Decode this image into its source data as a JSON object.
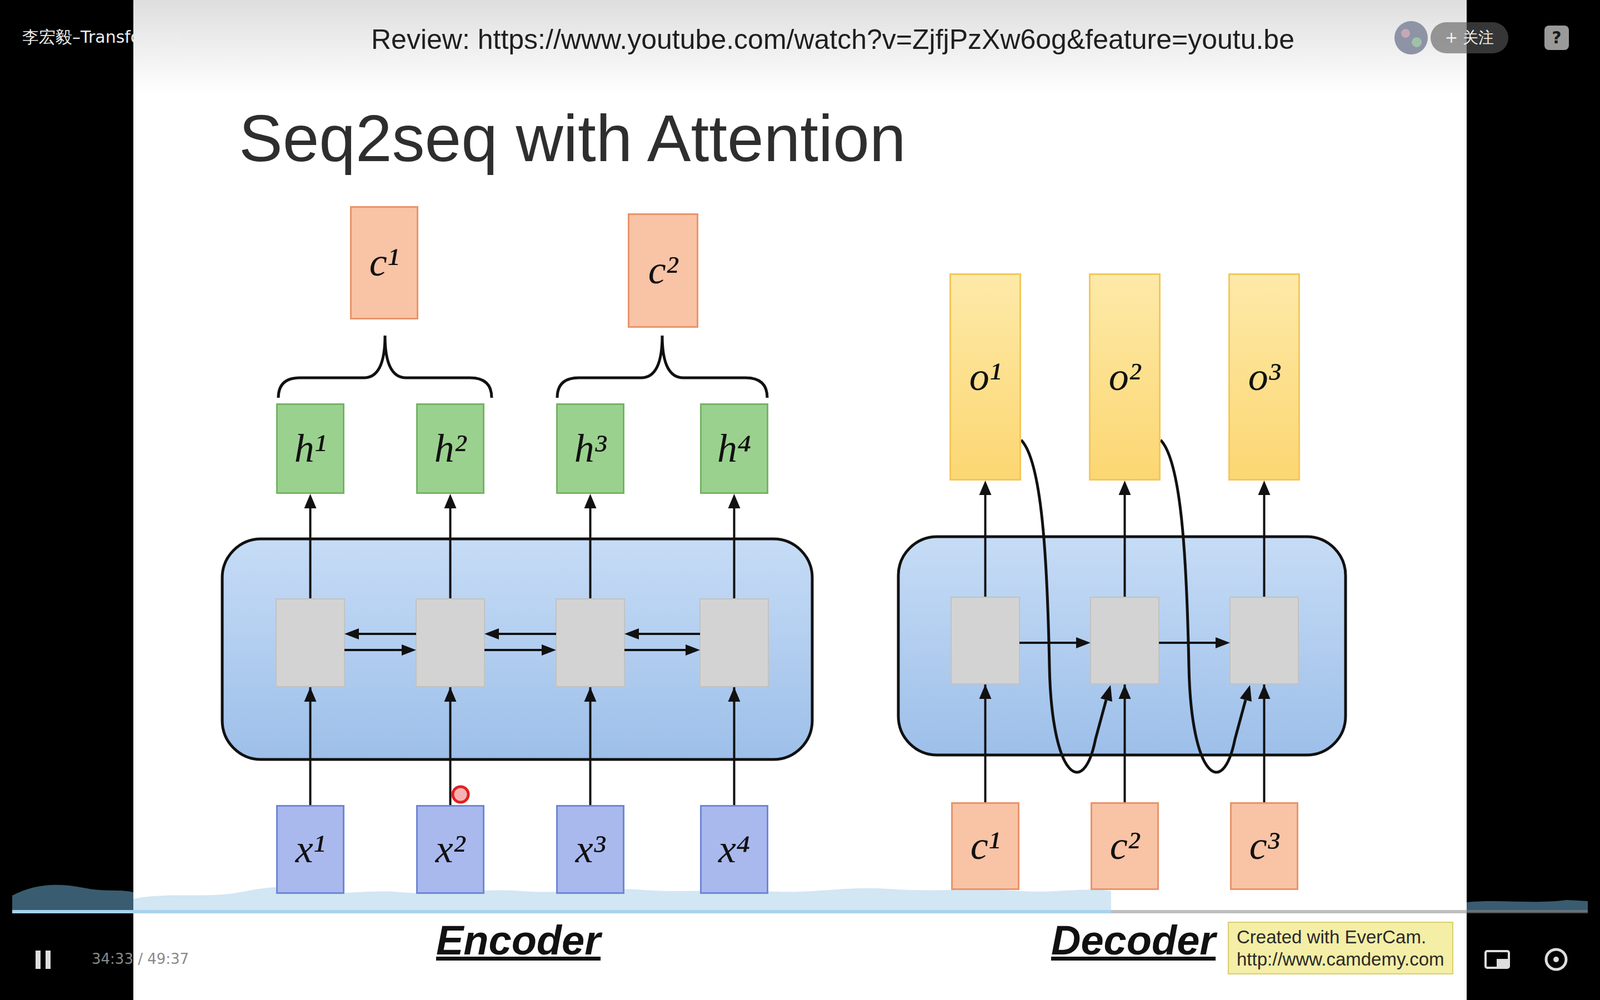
{
  "diagram": {
    "title": "Seq2seq with Attention",
    "nodes": [
      {
        "text": [
          "+ 关注"
        ]
      },
      {
        "text": [
          "?"
        ]
      },
      {
        "text": [
          "c¹"
        ]
      },
      {
        "text": [
          "c²"
        ]
      },
      {
        "text": [
          "o¹"
        ]
      },
      {
        "text": [
          "o²"
        ]
      },
      {
        "text": [
          "o³"
        ]
      },
      {
        "text": [
          "h¹"
        ]
      },
      {
        "text": [
          "h²"
        ]
      },
      {
        "text": [
          "h³"
        ]
      },
      {
        "text": [
          "h⁴"
        ]
      },
      {
        "text": [
          "x¹"
        ]
      },
      {
        "text": [
          "x²"
        ]
      },
      {
        "text": [
          "x³"
        ]
      },
      {
        "text": [
          "x⁴"
        ]
      },
      {
        "text": [
          "c¹"
        ]
      },
      {
        "text": [
          "c²"
        ]
      },
      {
        "text": [
          "c³"
        ]
      },
      {
        "text": [
          "Created with EverCam.",
          "http://www.camdemy.com"
        ]
      }
    ],
    "edges": [
      {
        "from": 11,
        "to": 7,
        "arrow": "to"
      },
      {
        "from": 12,
        "to": 8,
        "arrow": "to"
      },
      {
        "from": 13,
        "to": 9,
        "arrow": "to"
      },
      {
        "from": 14,
        "to": 10,
        "arrow": "to"
      },
      {
        "from": 15,
        "to": 4,
        "arrow": "to"
      },
      {
        "from": 16,
        "to": 5,
        "arrow": "to"
      },
      {
        "from": 17,
        "to": 6,
        "arrow": "to"
      }
    ],
    "labels": [
      "李宏毅–Transformer",
      "Review: https://www.youtube.com/watch?v=ZjfjPzXw6og&feature=youtu.be",
      "Encoder",
      "Decoder",
      "34:33 / 49:37"
    ]
  }
}
